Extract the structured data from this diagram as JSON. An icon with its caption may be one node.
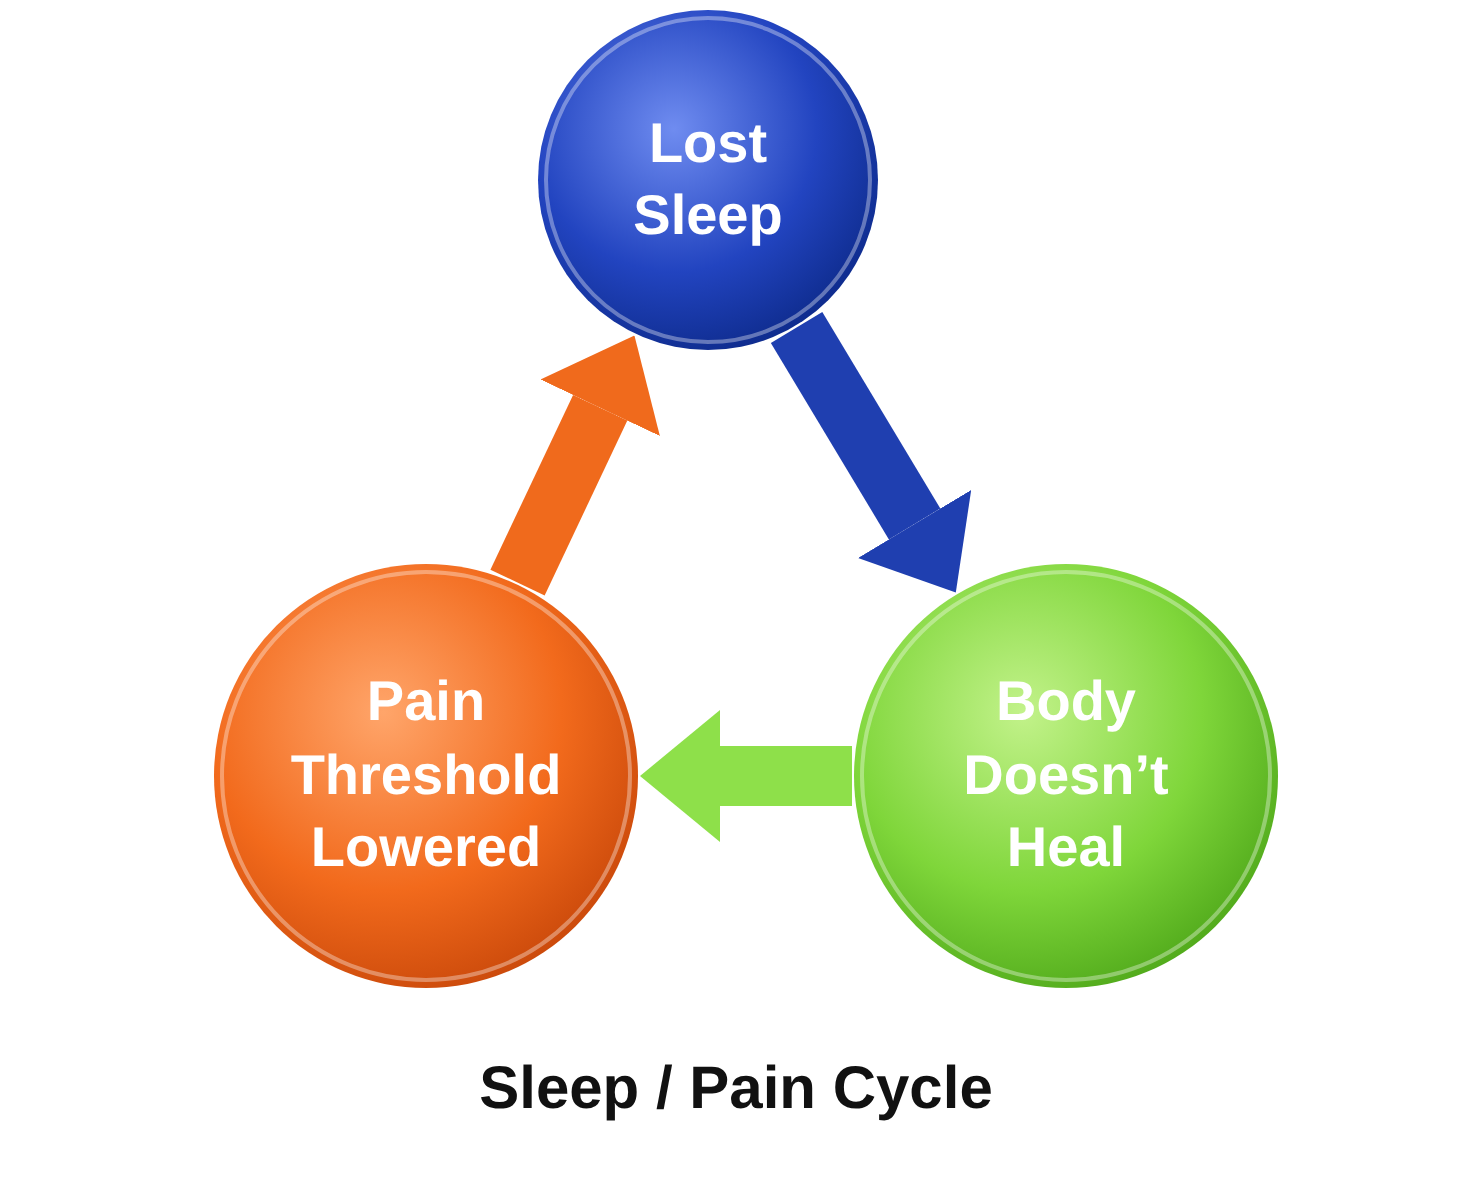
{
  "diagram": {
    "title": "Sleep / Pain Cycle",
    "nodes": [
      {
        "text": [
          "Lost Sleep"
        ]
      },
      {
        "text": [
          "Pain Threshold Lowered"
        ]
      },
      {
        "text": [
          "Body Doesn’t Heal"
        ]
      }
    ],
    "edges": [
      {
        "from": 0,
        "to": 2,
        "arrow": "to",
        "color": "#1f3fb0"
      },
      {
        "from": 2,
        "to": 1,
        "arrow": "to",
        "color": "#8ee04a"
      },
      {
        "from": 1,
        "to": 0,
        "arrow": "to",
        "color": "#f06a1c"
      }
    ]
  }
}
